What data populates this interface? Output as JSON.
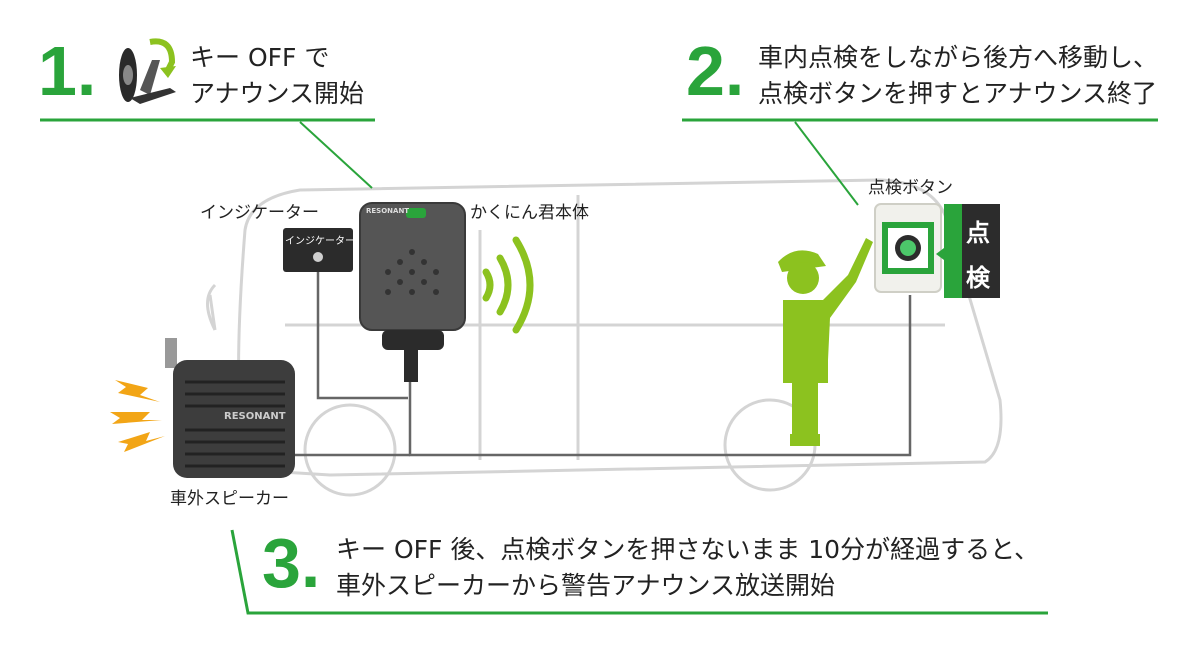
{
  "steps": [
    {
      "num": "1.",
      "line1": "キー OFF で",
      "line2": "アナウンス開始"
    },
    {
      "num": "2.",
      "line1": "車内点検をしながら後方へ移動し、",
      "line2": "点検ボタンを押すとアナウンス終了"
    },
    {
      "num": "3.",
      "line1": "キー OFF 後、点検ボタンを押さないまま 10分が経過すると、",
      "line2": "車外スピーカーから警告アナウンス放送開始"
    }
  ],
  "labels": {
    "indicator": "インジケーター",
    "main_unit": "かくにん君本体",
    "inspect_button": "点検ボタン",
    "outdoor_speaker": "車外スピーカー"
  },
  "device_text": {
    "indicator_panel": "インジケーター",
    "main_brand": "RESONANT",
    "speaker_brand": "RESONANT",
    "sign_char1": "点",
    "sign_char2": "検"
  },
  "colors": {
    "accent": "#2aa43b",
    "figure": "#8cc21f",
    "wave": "#8cc21f",
    "warn": "#f2a516"
  }
}
